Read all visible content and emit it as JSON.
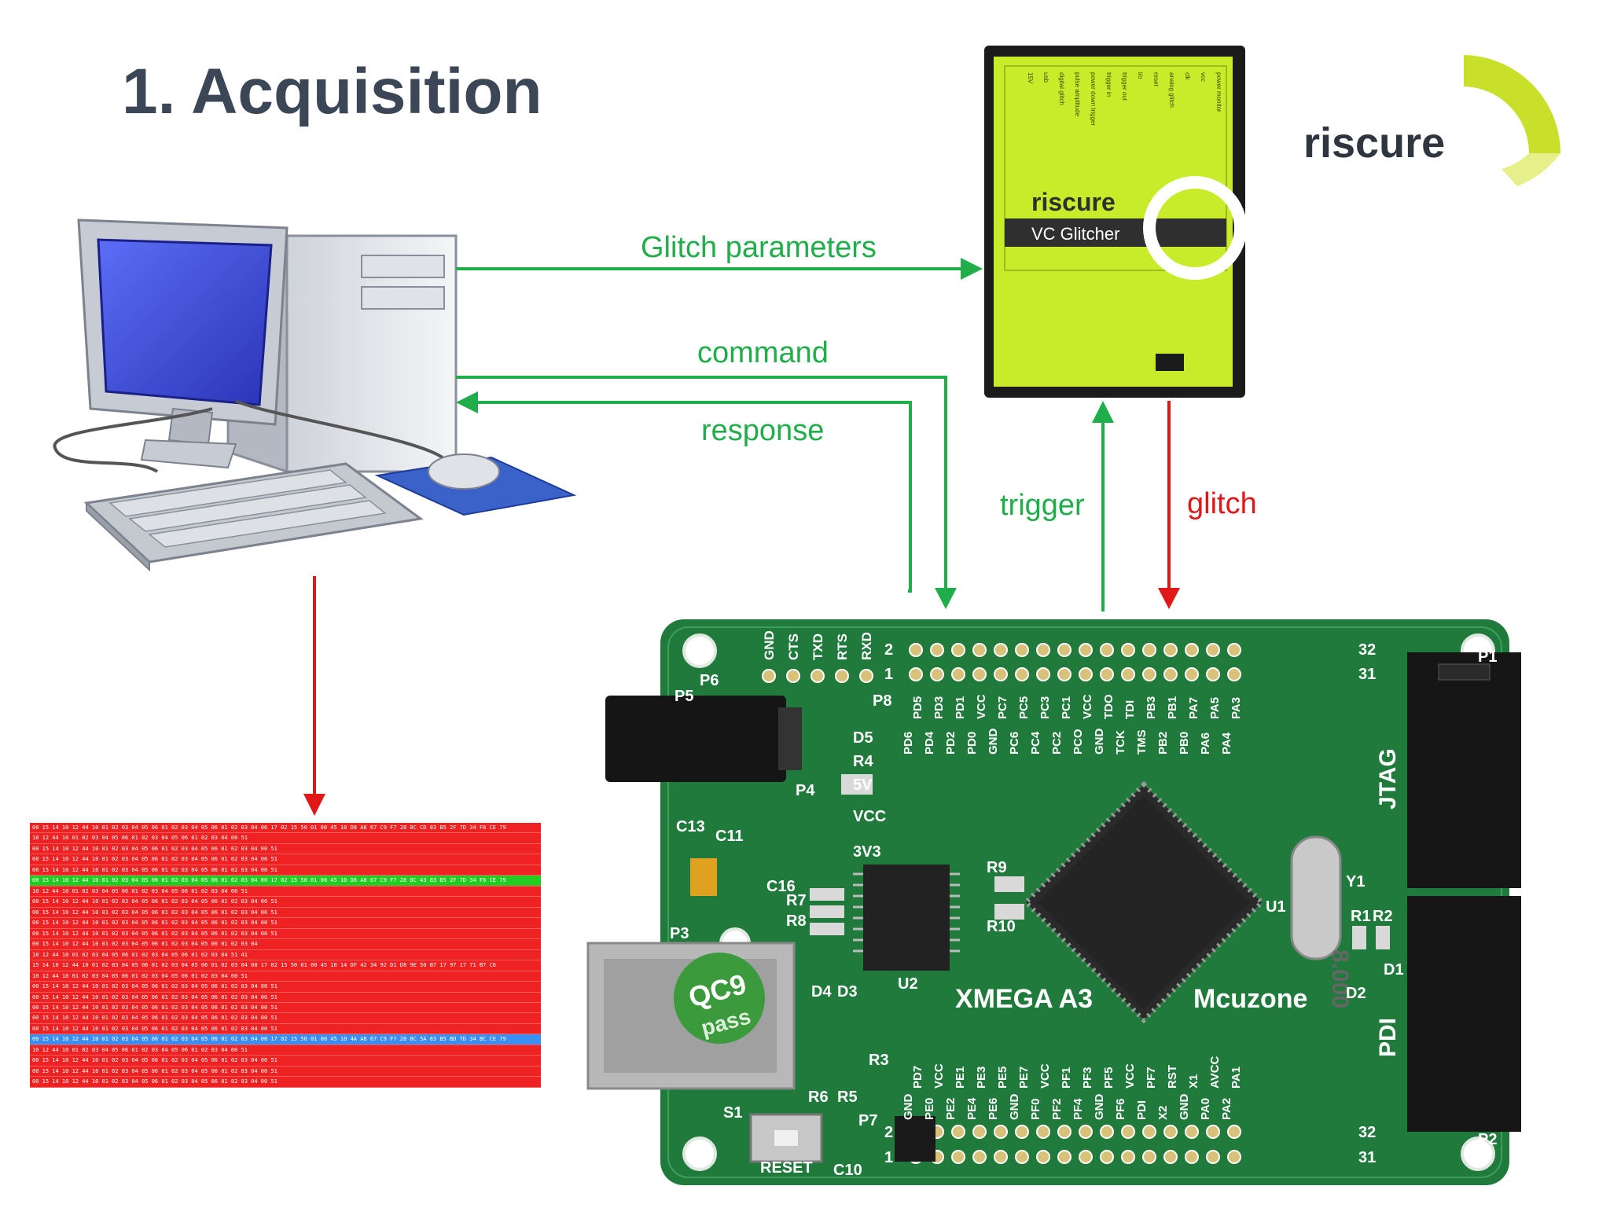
{
  "title": "1. Acquisition",
  "labels": {
    "glitch_parameters": "Glitch parameters",
    "command": "command",
    "response": "response",
    "trigger": "trigger",
    "glitch": "glitch"
  },
  "logo": {
    "text": "riscure"
  },
  "glitcher": {
    "brand": "riscure",
    "name": "VC Glitcher",
    "pins": [
      "power monitor",
      "vcc",
      "clk",
      "analog glitch",
      "reset",
      "i/o",
      "trigger out",
      "trigger in",
      "power down trigger",
      "pulse amplitude",
      "digital glitch",
      "usb",
      "15V"
    ]
  },
  "board": {
    "top_pins": [
      "PD6",
      "PD4",
      "PD2",
      "PD0",
      "GND",
      "PC6",
      "PC4",
      "PC2",
      "PCO",
      "GND",
      "TCK",
      "TMS",
      "PB2",
      "PB0",
      "PA6",
      "PA4"
    ],
    "top_pins_b": [
      "PD5",
      "PD3",
      "PD1",
      "VCC",
      "PC7",
      "PC5",
      "PC3",
      "PC1",
      "VCC",
      "TDO",
      "TDI",
      "PB3",
      "PB1",
      "PA7",
      "PA5",
      "PA3"
    ],
    "bottom_pins": [
      "GND",
      "PE0",
      "PE2",
      "PE4",
      "PE6",
      "GND",
      "PF0",
      "PF2",
      "PF4",
      "GND",
      "PF6",
      "PDI",
      "X2",
      "GND",
      "PA0",
      "PA2"
    ],
    "bottom_pins_b": [
      "PD7",
      "VCC",
      "PE1",
      "PE3",
      "PE5",
      "PE7",
      "VCC",
      "PF1",
      "PF3",
      "PF5",
      "VCC",
      "PF7",
      "RST",
      "X1",
      "AVCC",
      "PA1"
    ],
    "header_top": [
      "GND",
      "CTS",
      "TXD",
      "RTS",
      "RXD"
    ],
    "chip_label": "XMEGA A3",
    "brand_label": "Mcuzone",
    "crystal": "8.000",
    "sticker_a": "QC9",
    "sticker_b": "pass",
    "reset": "RESET",
    "jtag": "JTAG",
    "pdi": "PDI",
    "parts": [
      "P6",
      "P5",
      "P8",
      "P4",
      "P3",
      "P7",
      "P1",
      "P2",
      "S1",
      "U1",
      "U2",
      "Y1",
      "D1",
      "D2",
      "D5",
      "R1",
      "R2",
      "R3",
      "R4",
      "R5",
      "R6",
      "R7",
      "R8",
      "R9",
      "R10",
      "C10",
      "C11",
      "C13",
      "C16",
      "D3",
      "D4",
      "5V",
      "VCC",
      "3V3"
    ],
    "row_nums": [
      "2",
      "1",
      "32",
      "31",
      "2",
      "1",
      "32",
      "31"
    ]
  },
  "colors": {
    "green_arrow": "#1fae4a",
    "red_arrow": "#e01818",
    "board_green": "#1f7a3c",
    "glitcher_yellow": "#c8ec2a",
    "log_red": "#ee2222",
    "log_green_row": "#22cc22",
    "log_blue_row": "#3b8ff0"
  },
  "log_rows": [
    {
      "text": "00 15 14 10 12 44 10 01 02 03 04 05 06 01 02 03 04 05 06 01 02 03 04 00 17 02 15 50 01 00 45 10 D8 A8 67 C9 F7 28 8C CD 83 B5 2F 7D 34 F6 CE 79",
      "hl": "none"
    },
    {
      "text": "10 12 44 10 01 02 03 04 05 06 01 02 03 04 05 06 01 02 03 04 00 51",
      "hl": "none"
    },
    {
      "text": "00 15 14 10 12 44 10 01 02 03 04 05 06 01 02 03 04 05 06 01 02 03 04 00 51",
      "hl": "none"
    },
    {
      "text": "00 15 14 10 12 44 10 01 02 03 04 05 06 01 02 03 04 05 06 01 02 03 04 00 51",
      "hl": "none"
    },
    {
      "text": "00 15 14 10 12 44 10 01 02 03 04 05 06 01 02 03 04 05 06 01 02 03 04 00 51",
      "hl": "none"
    },
    {
      "text": "00 15 14 10 12 44 10 01 02 03 04 05 06 01 02 03 04 05 06 01 02 03 04 00 17 02 15 50 01 00 45 10 D8 A8 67 C9 F7 28 8C 43 83 B5 2F 7D 34 F6 CE 79",
      "hl": "green"
    },
    {
      "text": "10 12 44 10 01 02 03 04 05 06 01 02 03 04 05 06 01 02 03 04 00 51",
      "hl": "none"
    },
    {
      "text": "00 15 14 10 12 44 10 01 02 03 04 05 06 01 02 03 04 05 06 01 02 03 04 00 51",
      "hl": "none"
    },
    {
      "text": "00 15 14 10 12 44 10 01 02 03 04 05 06 01 02 03 04 05 06 01 02 03 04 00 51",
      "hl": "none"
    },
    {
      "text": "00 15 14 10 12 44 10 01 02 03 04 05 06 01 02 03 04 05 06 01 02 03 04 00 51",
      "hl": "none"
    },
    {
      "text": "00 15 14 10 12 44 10 01 02 03 04 05 06 01 02 03 04 05 06 01 02 03 04 00 51",
      "hl": "none"
    },
    {
      "text": "00 15 14 10 12 44 10 01 02 03 04 05 06 01 02 03 04 05 06 01 02 03 04",
      "hl": "none"
    },
    {
      "text": "10 12 44 10 01 02 03 04 05 06 01 02 03 04 05 06 01 02 03 04 51 41",
      "hl": "none"
    },
    {
      "text": "15 14 10 12 44 10 01 02 03 04 05 06 01 02 03 04 05 06 01 02 03 04 00 17 02 15 50 01 00 45 10 14 DF 42 34 92 D1 D8 9E 50 B7 17 97 17 71 B7 C6",
      "hl": "none"
    },
    {
      "text": "10 12 44 10 01 02 03 04 05 06 01 02 03 04 05 06 01 02 03 04 00 51",
      "hl": "none"
    },
    {
      "text": "00 15 14 10 12 44 10 01 02 03 04 05 06 01 02 03 04 05 06 01 02 03 04 00 51",
      "hl": "none"
    },
    {
      "text": "00 15 14 10 12 44 10 01 02 03 04 05 06 01 02 03 04 05 06 01 02 03 04 00 51",
      "hl": "none"
    },
    {
      "text": "00 15 14 10 12 44 10 01 02 03 04 05 06 01 02 03 04 05 06 01 02 03 04 00 51",
      "hl": "none"
    },
    {
      "text": "00 15 14 10 12 44 10 01 02 03 04 05 06 01 02 03 04 05 06 01 02 03 04 00 51",
      "hl": "none"
    },
    {
      "text": "00 15 14 10 12 44 10 01 02 03 04 05 06 01 02 03 04 05 06 01 02 03 04 00 51",
      "hl": "none"
    },
    {
      "text": "00 15 14 10 12 44 10 01 02 03 04 05 06 01 02 03 04 05 06 01 02 03 04 00 17 02 15 50 01 00 45 10 4A A8 67 C9 F7 28 8C 5A 83 B5 BD 7D 34 BC CE 79",
      "hl": "blue"
    },
    {
      "text": "10 12 44 10 01 02 03 04 05 06 01 02 03 04 05 06 01 02 03 04 00 51",
      "hl": "none"
    },
    {
      "text": "00 15 14 10 12 44 10 01 02 03 04 05 06 01 02 03 04 05 06 01 02 03 04 00 51",
      "hl": "none"
    },
    {
      "text": "00 15 14 10 12 44 10 01 02 03 04 05 06 01 02 03 04 05 06 01 02 03 04 00 51",
      "hl": "none"
    },
    {
      "text": "00 15 14 10 12 44 10 01 02 03 04 05 06 01 02 03 04 05 06 01 02 03 04 00 51",
      "hl": "none"
    }
  ]
}
